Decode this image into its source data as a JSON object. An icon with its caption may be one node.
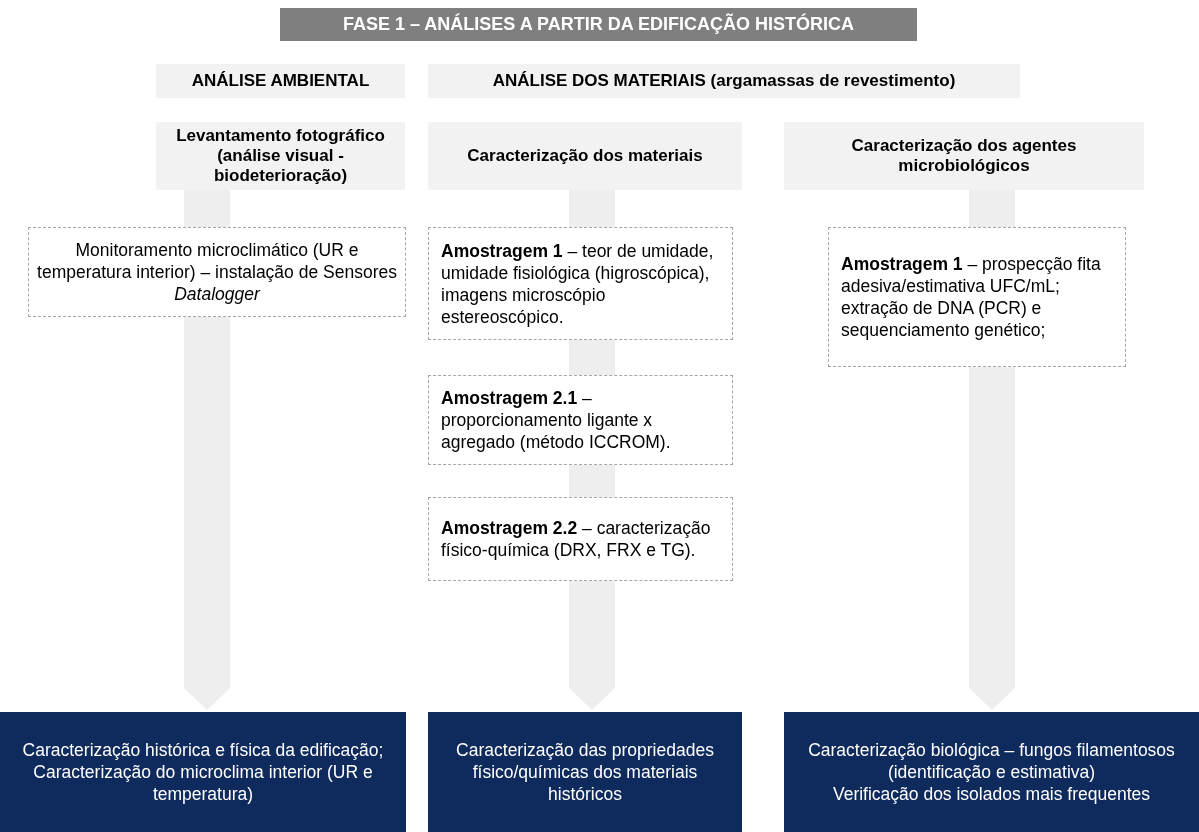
{
  "diagram": {
    "nodes": [
      {
        "text": [
          "FASE 1 – ANÁLISES A PARTIR DA EDIFICAÇÃO HISTÓRICA"
        ]
      },
      {
        "text": [
          "ANÁLISE AMBIENTAL"
        ]
      },
      {
        "text": [
          "ANÁLISE DOS MATERIAIS (argamassas de revestimento)"
        ]
      },
      {
        "text": [
          "Levantamento fotográfico (análise visual - biodeterioração)"
        ]
      },
      {
        "text": [
          "Caracterização dos materiais"
        ]
      },
      {
        "text": [
          "Caracterização dos agentes microbiológicos"
        ]
      },
      {
        "text": [
          "Monitoramento microclimático (UR e temperatura interior) – instalação de Sensores *Datalogger*"
        ]
      },
      {
        "text": [
          "**Amostragem 1** – teor de umidade, umidade fisiológica (higroscópica), imagens microscópio estereoscópico."
        ]
      },
      {
        "text": [
          "**Amostragem 2.1** – proporcionamento ligante x agregado (método ICCROM)."
        ]
      },
      {
        "text": [
          "**Amostragem 2.2** – caracterização físico-química (DRX, FRX e TG)."
        ]
      },
      {
        "text": [
          "**Amostragem 1** – prospecção fita adesiva/estimativa UFC/mL; extração de DNA (PCR) e sequenciamento genético;"
        ]
      },
      {
        "text": [
          "Caracterização histórica e física da edificação;",
          "Caracterização do microclima interior (UR e temperatura)"
        ]
      },
      {
        "text": [
          "Caracterização das propriedades físico/químicas dos materiais históricos"
        ]
      },
      {
        "text": [
          "Caracterização biológica – fungos filamentosos (identificação e estimativa)",
          "Verificação dos isolados mais frequentes"
        ]
      }
    ],
    "edges": [
      {
        "from": 3,
        "to": 6,
        "arrow": "none"
      },
      {
        "from": 6,
        "to": 11,
        "arrow": "to"
      },
      {
        "from": 4,
        "to": 7,
        "arrow": "none"
      },
      {
        "from": 7,
        "to": 8,
        "arrow": "none"
      },
      {
        "from": 8,
        "to": 9,
        "arrow": "none"
      },
      {
        "from": 9,
        "to": 12,
        "arrow": "to"
      },
      {
        "from": 5,
        "to": 10,
        "arrow": "none"
      },
      {
        "from": 10,
        "to": 13,
        "arrow": "to"
      }
    ]
  }
}
